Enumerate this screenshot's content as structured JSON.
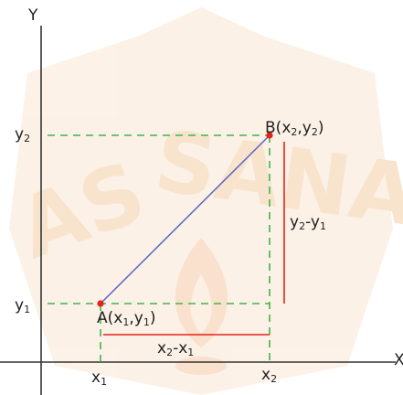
{
  "colors": {
    "background": "#ffffff",
    "axis": "#333333",
    "guide": "#3fb54a",
    "segment": "#5b63c8",
    "difference": "#e2231a",
    "point": "#e2231a",
    "watermark": "#f7e0c6"
  },
  "axes": {
    "x_label": "X",
    "y_label": "Y"
  },
  "ticks": {
    "x1": {
      "base": "x",
      "sub": "1"
    },
    "x2": {
      "base": "x",
      "sub": "2"
    },
    "y1": {
      "base": "y",
      "sub": "1"
    },
    "y2": {
      "base": "y",
      "sub": "2"
    }
  },
  "points": {
    "A": {
      "name": "A",
      "x": {
        "base": "x",
        "sub": "1"
      },
      "y": {
        "base": "y",
        "sub": "1"
      }
    },
    "B": {
      "name": "B",
      "x": {
        "base": "x",
        "sub": "2"
      },
      "y": {
        "base": "y",
        "sub": "2"
      }
    }
  },
  "differences": {
    "horizontal": {
      "a": "x",
      "a_sub": "2",
      "op": "-",
      "b": "x",
      "b_sub": "1"
    },
    "vertical": {
      "a": "y",
      "a_sub": "2",
      "op": "-",
      "b": "y",
      "b_sub": "1"
    }
  },
  "punctuation": {
    "open": "(",
    "comma": ",",
    "close": ")"
  },
  "watermark": {
    "left_word": "AS",
    "right_word": "SANA",
    "flame_icon": "flame-icon"
  }
}
